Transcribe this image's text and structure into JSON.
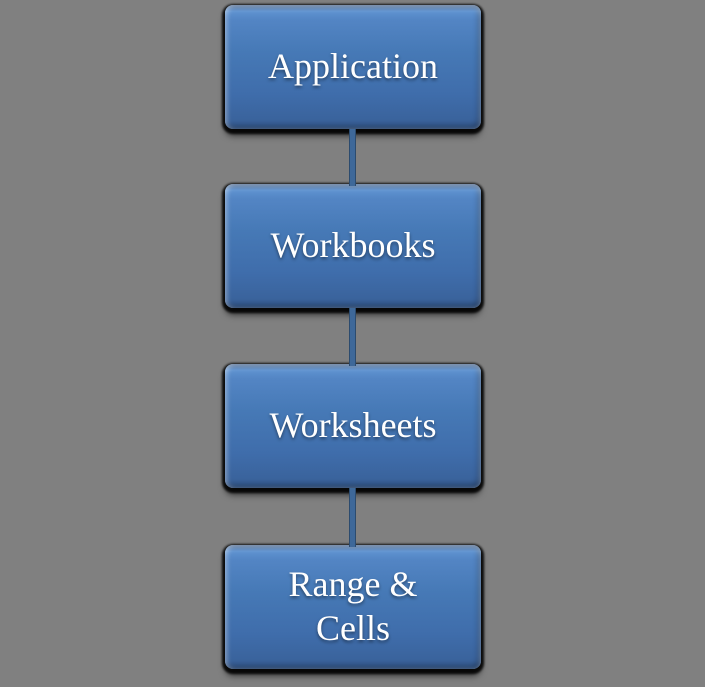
{
  "diagram": {
    "type": "vertical-hierarchy",
    "colors": {
      "background": "#808080",
      "node_top": "#5e92d0",
      "node_mid": "#4679b6",
      "node_bottom": "#3a639c",
      "node_edge": "#2d4f7e",
      "connector": "#3e6899",
      "shadow": "#000000",
      "text": "#ffffff"
    },
    "nodes": [
      {
        "id": "application",
        "label": "Application"
      },
      {
        "id": "workbooks",
        "label": "Workbooks"
      },
      {
        "id": "worksheets",
        "label": "Worksheets"
      },
      {
        "id": "range-cells",
        "label": "Range &\nCells"
      }
    ]
  }
}
